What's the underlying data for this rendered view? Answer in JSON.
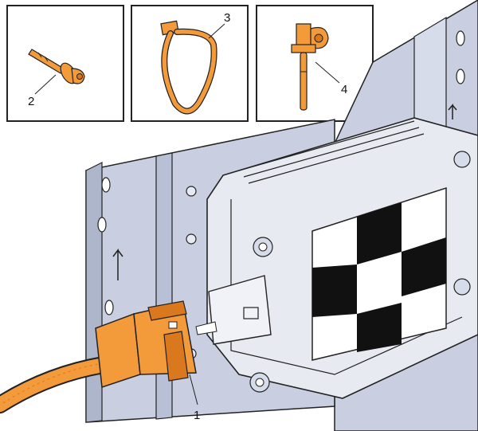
{
  "callouts": {
    "c1": "1",
    "c2": "2",
    "c3": "3",
    "c4": "4"
  },
  "colors": {
    "orange": "#F39A3A",
    "orange_dark": "#D9781C",
    "bracket": "#C9CFE0",
    "bracket_shade": "#AEB6CC",
    "outline": "#222222",
    "module": "#E8EAF2"
  },
  "parts": [
    "harness-connector",
    "push-pin-clip",
    "cable-tie",
    "tie-mount-clip",
    "module-bracket",
    "control-module"
  ],
  "icons": [
    "arrow-up-icon",
    "checker-target-icon"
  ]
}
